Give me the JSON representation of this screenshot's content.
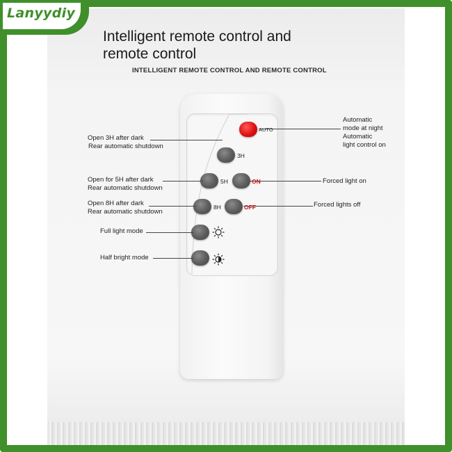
{
  "brand": {
    "name": "Lanyydiy"
  },
  "header": {
    "title_line1": "Intelligent remote control and",
    "title_line2": "remote control",
    "subtitle": "INTELLIGENT REMOTE  CONTROL AND REMOTE  CONTROL"
  },
  "buttons": {
    "auto": "AUTO",
    "h3": "3H",
    "h5": "5H",
    "on": "ON",
    "h8": "8H",
    "off": "OFF"
  },
  "icons": {
    "full_light": "sun-outline-icon",
    "half_bright": "half-sun-icon"
  },
  "annotations": {
    "auto_line1": "Automatic",
    "auto_line2": "mode at night",
    "auto_line3": "Automatic",
    "auto_line4": "light control on",
    "h3_line1": "Open 3H after dark",
    "h3_line2": "Rear automatic shutdown",
    "h5_line1": "Open for 5H after dark",
    "h5_line2": "Rear automatic shutdown",
    "on": "Forced light on",
    "h8_line1": "Open 8H after dark",
    "h8_line2": "Rear automatic shutdown",
    "off": "Forced lights off",
    "full": "Full light mode",
    "half": "Half bright mode"
  },
  "colors": {
    "brand_green": "#3f8f2a",
    "button_red": "#e01010",
    "button_gray": "#5b5b5b"
  }
}
